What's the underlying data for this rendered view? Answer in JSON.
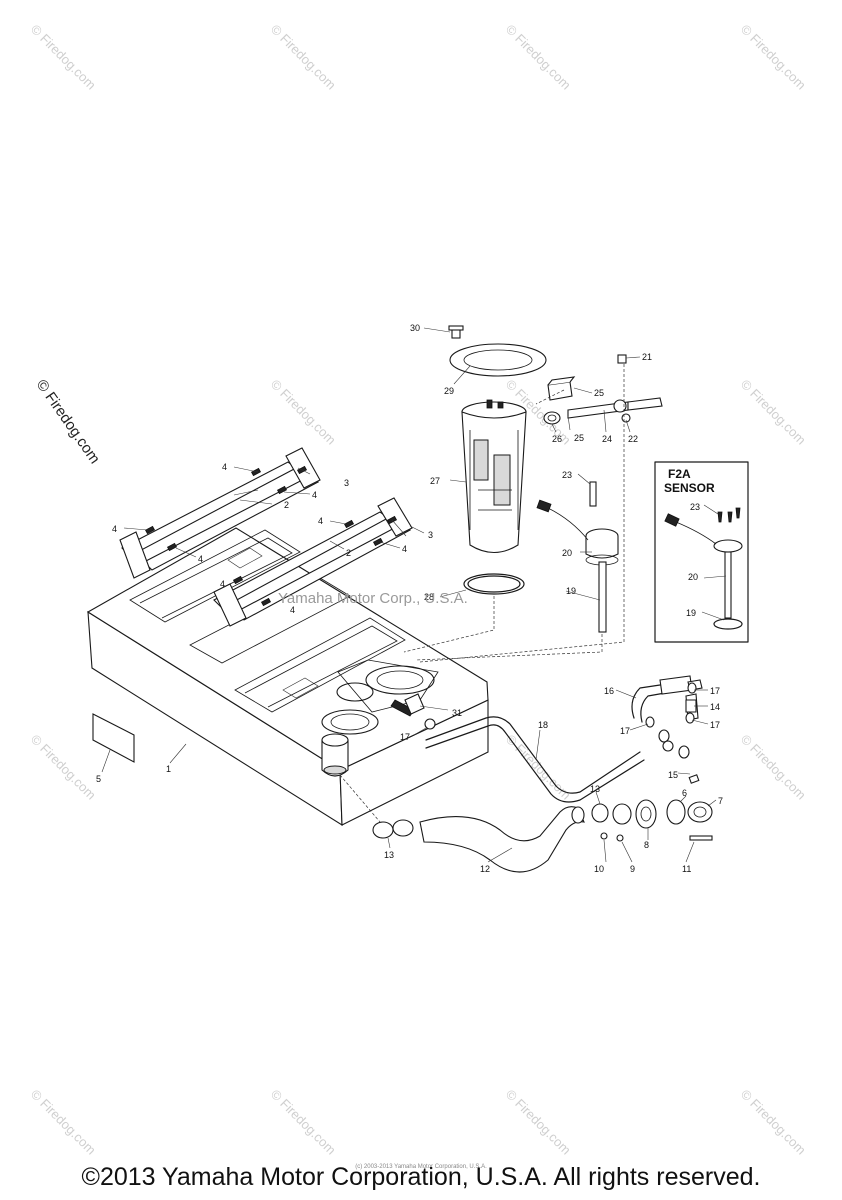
{
  "watermark": {
    "text": "© Firedog.com"
  },
  "diagram_watermark": "Yamaha Motor Corp., U.S.A.",
  "inset": {
    "title_line1": "F2A",
    "title_line2": "SENSOR"
  },
  "callouts": {
    "c30": "30",
    "c21": "21",
    "c29": "29",
    "c25a": "25",
    "c25b": "25",
    "c26": "26",
    "c24": "24",
    "c22": "22",
    "c27": "27",
    "c23": "23",
    "c20": "20",
    "c19": "19",
    "c28": "28",
    "c4a": "4",
    "c4b": "4",
    "c4c": "4",
    "c4d": "4",
    "c4e": "4",
    "c4f": "4",
    "c4g": "4",
    "c4h": "4",
    "c3a": "3",
    "c3b": "3",
    "c2a": "2",
    "c2b": "2",
    "c1": "1",
    "c5": "5",
    "c31": "31",
    "c17a": "17",
    "c18": "18",
    "c16": "16",
    "c17b": "17",
    "c14": "14",
    "c17c": "17",
    "c17d": "17",
    "c15": "15",
    "c13a": "13",
    "c13b": "13",
    "c6": "6",
    "c7": "7",
    "c8": "8",
    "c9": "9",
    "c10": "10",
    "c11": "11",
    "c12": "12",
    "i23": "23",
    "i20": "20",
    "i19": "19"
  },
  "footer": {
    "copyright": "©2013 Yamaha Motor Corporation, U.S.A. All rights reserved.",
    "fine_print": "(c) 2003-2013 Yamaha Motor Corporation, U.S.A."
  }
}
